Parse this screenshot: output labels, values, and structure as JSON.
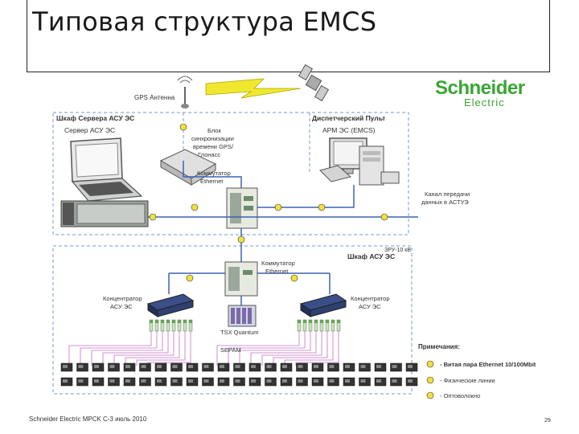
{
  "slide": {
    "title": "Типовая структура EMCS",
    "footer": "Schneider Electric MPCK C-3 июль 2010",
    "page_number": "29"
  },
  "logo": {
    "line1": "Schneider",
    "line2": "Electric",
    "color": "#3aa534"
  },
  "labels": {
    "gps_antenna": "GPS Антенна",
    "server_cabinet": "Шкаф Сервера АСУ ЭС",
    "server": "Сервер АСУ ЭС",
    "sync_block": [
      "Блок",
      "синхронизации",
      "времени GPS/",
      "Глонасс"
    ],
    "dispatcher": "Диспетчерский Пульт",
    "arm": "АРМ ЭС (EMCS)",
    "switch_top": [
      "Коммутатор",
      "Ethernet"
    ],
    "channel": [
      "Канал передачи",
      "данных в АСТУЭ"
    ],
    "zru": "ЗРУ-10 кВ",
    "asu_cabinet": "Шкаф АСУ ЭС",
    "switch_mid": [
      "Коммутатор",
      "Ethernet"
    ],
    "conc_left": [
      "Концентратор",
      "АСУ ЭС"
    ],
    "conc_right": [
      "Концентратор",
      "АСУ ЭС"
    ],
    "tsx": "TSX Quantum",
    "sepam": "SEPAM"
  },
  "legend": {
    "title": "Примечания:",
    "items": [
      "- Витая пара Ethernet 10/100Mbit",
      "- Физические линии",
      "- Оптоволокно"
    ]
  },
  "colors": {
    "ethernet": "#3b63b5",
    "physical": "#c070c0",
    "fiber": "#e8e060",
    "frame": "#7a9ad0"
  }
}
